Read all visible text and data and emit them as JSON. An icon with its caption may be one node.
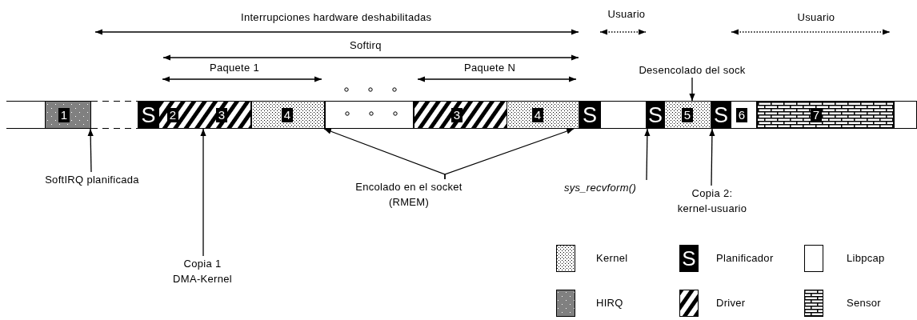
{
  "diagram": {
    "nodes": [
      {
        "text": [
          "1"
        ]
      },
      {
        "text": [
          "S"
        ]
      },
      {
        "text": [
          "2",
          "3"
        ]
      },
      {
        "text": [
          "4"
        ]
      },
      {
        "text": [],
        "shape": "box"
      },
      {
        "text": [
          "3"
        ]
      },
      {
        "text": [
          "4"
        ]
      },
      {
        "text": [
          "S"
        ]
      },
      {
        "text": [],
        "shape": "box"
      },
      {
        "text": [
          "S"
        ]
      },
      {
        "text": [
          "5"
        ]
      },
      {
        "text": [
          "S"
        ]
      },
      {
        "text": [
          "6"
        ]
      },
      {
        "text": [
          "7"
        ]
      },
      {
        "text": [],
        "shape": "box"
      },
      {
        "text": [
          "Desencolado del sock"
        ]
      },
      {
        "text": [
          "SoftIRQ planificada"
        ]
      },
      {
        "text": [
          "Encolado en el socket (RMEM)"
        ]
      },
      {
        "text": [
          "sys_recvform()"
        ]
      },
      {
        "text": [
          "Copia 2: kernel-usuario"
        ]
      },
      {
        "text": [
          "Copia 1 DMA-Kernel"
        ]
      }
    ],
    "edges": [
      {
        "from": 15,
        "to": 10,
        "arrow": "to"
      },
      {
        "from": 16,
        "to": 0,
        "arrow": "to"
      },
      {
        "from": 20,
        "to": 2,
        "arrow": "to"
      },
      {
        "from": 17,
        "to": 3,
        "arrow": "to"
      },
      {
        "from": 17,
        "to": 6,
        "arrow": "to"
      },
      {
        "from": 18,
        "to": 9,
        "arrow": "to"
      },
      {
        "from": 19,
        "to": 11,
        "arrow": "to"
      }
    ],
    "labels": [
      "Interrupciones hardware deshabilitadas",
      "Usuario",
      "Usuario",
      "Softirq",
      "Paquete 1",
      "Paquete N",
      "S"
    ],
    "legend": [
      {
        "text": "Kernel"
      },
      {
        "text": "Planificador"
      },
      {
        "text": "Libpcap"
      },
      {
        "text": "HIRQ"
      },
      {
        "text": "Driver"
      },
      {
        "text": "Sensor"
      }
    ]
  }
}
